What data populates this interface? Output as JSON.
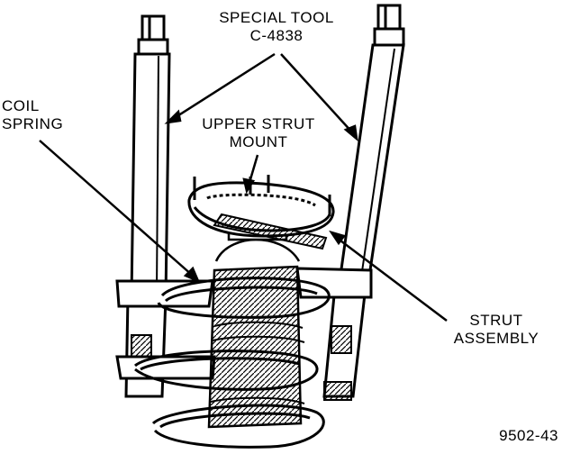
{
  "labels": {
    "special_tool": [
      "SPECIAL TOOL",
      "C-4838"
    ],
    "coil_spring": [
      "COIL",
      "SPRING"
    ],
    "upper_strut_mount": [
      "UPPER STRUT",
      "MOUNT"
    ],
    "strut_assembly": [
      "STRUT",
      "ASSEMBLY"
    ],
    "figure_number": "9502-43"
  },
  "colors": {
    "ink": "#000000",
    "paper": "#ffffff",
    "tone": "#e8e8e8"
  }
}
